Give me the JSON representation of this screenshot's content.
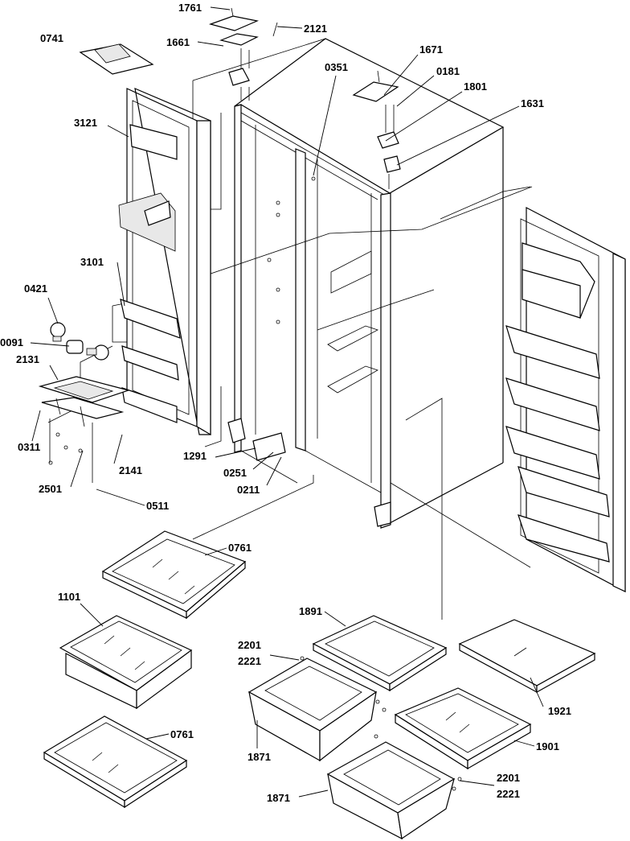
{
  "labels": {
    "p1761": "1761",
    "p2121": "2121",
    "p0741": "0741",
    "p1661": "1661",
    "p0351": "0351",
    "p1671": "1671",
    "p0181": "0181",
    "p1801": "1801",
    "p1631": "1631",
    "p3121": "3121",
    "p3101": "3101",
    "p0421": "0421",
    "p0091": "0091",
    "p2131": "2131",
    "p0311": "0311",
    "p2141": "2141",
    "p2501": "2501",
    "p0511": "0511",
    "p1291": "1291",
    "p0251": "0251",
    "p0211": "0211",
    "p0761a": "0761",
    "p1101": "1101",
    "p0761b": "0761",
    "p1891": "1891",
    "p2201a": "2201",
    "p2221a": "2221",
    "p1921": "1921",
    "p1871a": "1871",
    "p1901": "1901",
    "p1871b": "1871",
    "p2201b": "2201",
    "p2221b": "2221"
  }
}
